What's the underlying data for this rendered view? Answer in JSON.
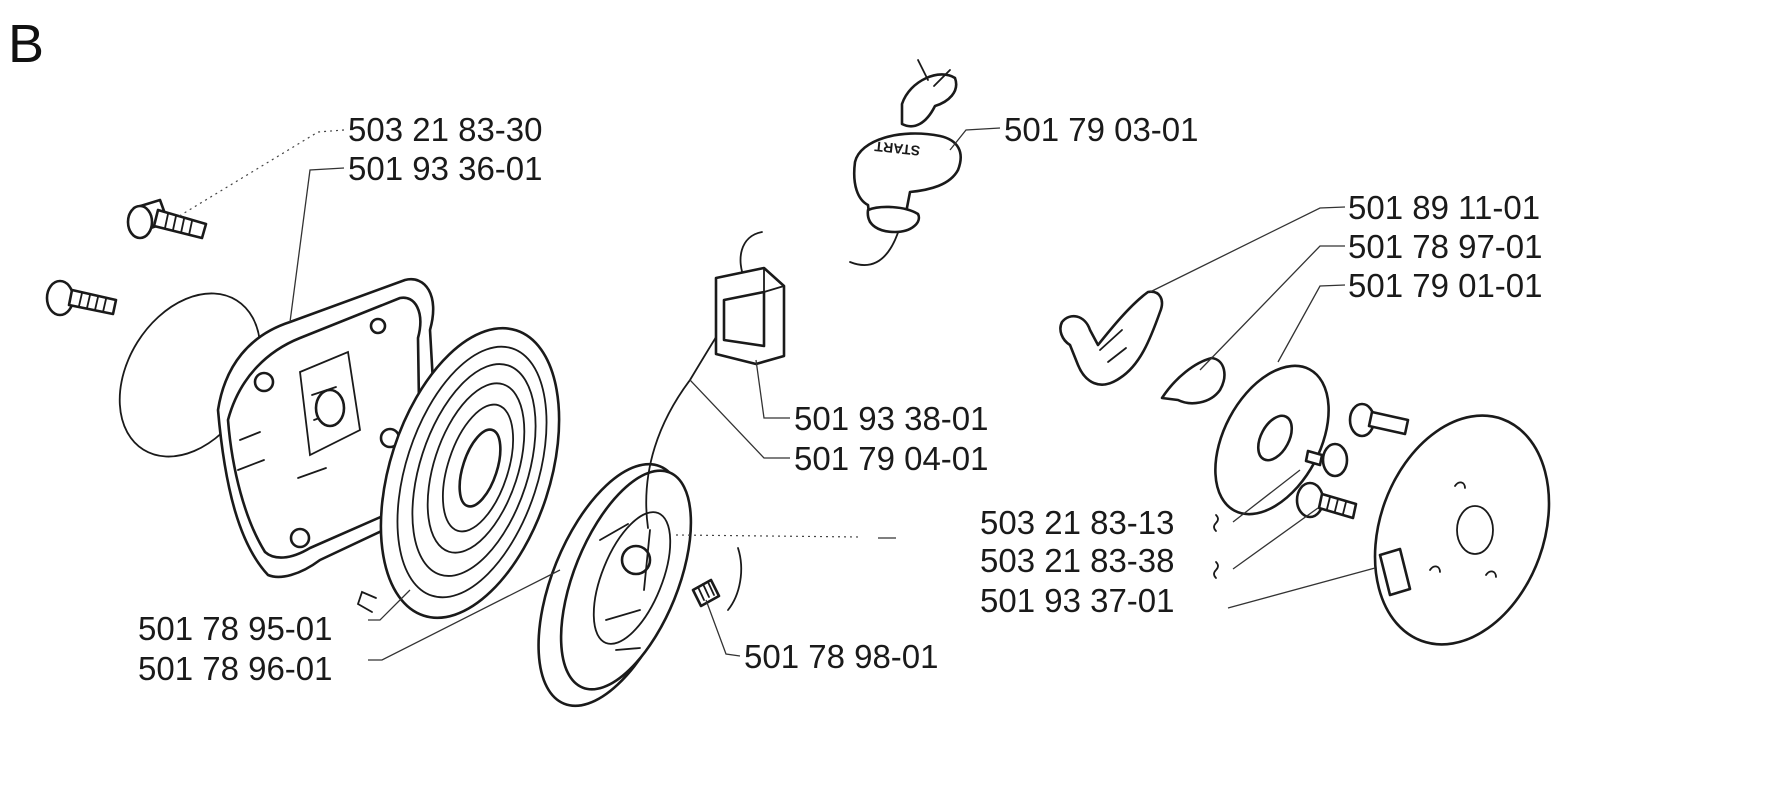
{
  "panel_label": "B",
  "parts": [
    {
      "key": "p1",
      "number": "503 21 83-30"
    },
    {
      "key": "p2",
      "number": "501 93 36-01"
    },
    {
      "key": "p3",
      "number": "501 79 03-01"
    },
    {
      "key": "p4",
      "number": "501 89 11-01"
    },
    {
      "key": "p5",
      "number": "501 78 97-01"
    },
    {
      "key": "p6",
      "number": "501 79 01-01"
    },
    {
      "key": "p7",
      "number": "501 93 38-01"
    },
    {
      "key": "p8",
      "number": "501 79 04-01"
    },
    {
      "key": "p9",
      "number": "503 21 83-13"
    },
    {
      "key": "p10",
      "number": "503 21 83-38"
    },
    {
      "key": "p11",
      "number": "501 93 37-01"
    },
    {
      "key": "p12",
      "number": "501 78 95-01"
    },
    {
      "key": "p13",
      "number": "501 78 96-01"
    },
    {
      "key": "p14",
      "number": "501 78 98-01"
    }
  ],
  "handle_text": "START"
}
